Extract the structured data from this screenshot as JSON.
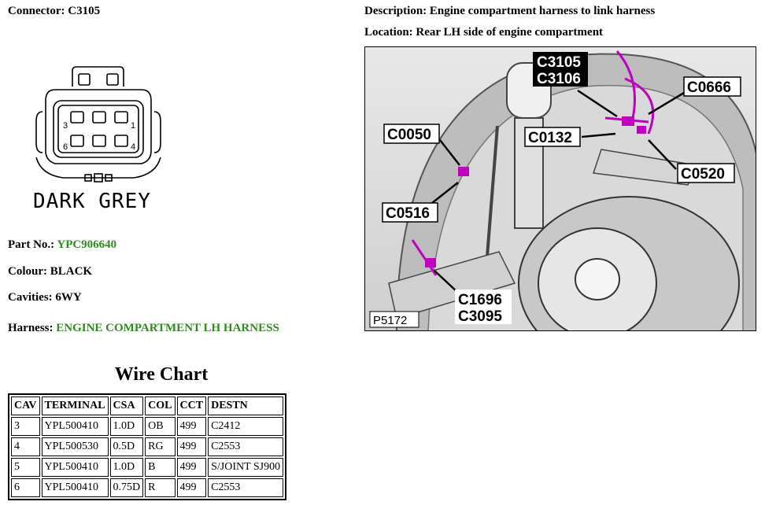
{
  "connector": {
    "label": "Connector:",
    "value": "C3105"
  },
  "description": {
    "label": "Description:",
    "value": "Engine compartment harness to link harness"
  },
  "location": {
    "label": "Location:",
    "value": "Rear LH side of engine compartment"
  },
  "pinout": {
    "colour_text": "DARK GREY",
    "pin_labels": {
      "top_left": "3",
      "top_right": "1",
      "bottom_left": "6",
      "bottom_right": "4"
    }
  },
  "part": {
    "label": "Part No.:",
    "value": "YPC906640"
  },
  "colour": {
    "label": "Colour:",
    "value": "BLACK"
  },
  "cavities": {
    "label": "Cavities:",
    "value": "6WY"
  },
  "harness": {
    "label": "Harness:",
    "value": "ENGINE COMPARTMENT LH HARNESS"
  },
  "locator_image": {
    "callouts": {
      "c3105": "C3105",
      "c3106": "C3106",
      "c0666": "C0666",
      "c0050": "C0050",
      "c0132": "C0132",
      "c0520": "C0520",
      "c0516": "C0516",
      "c1696": "C1696",
      "c3095": "C3095",
      "ref": "P5172"
    }
  },
  "wire_chart": {
    "title": "Wire Chart",
    "headers": [
      "CAV",
      "TERMINAL",
      "CSA",
      "COL",
      "CCT",
      "DESTN"
    ],
    "rows": [
      [
        "3",
        "YPL500410",
        "1.0D",
        "OB",
        "499",
        "C2412"
      ],
      [
        "4",
        "YPL500530",
        "0.5D",
        "RG",
        "499",
        "C2553"
      ],
      [
        "5",
        "YPL500410",
        "1.0D",
        "B",
        "499",
        "S/JOINT SJ900"
      ],
      [
        "6",
        "YPL500410",
        "0.75D",
        "R",
        "499",
        "C2553"
      ]
    ]
  },
  "colors": {
    "link_green": "#2e8b1e",
    "callout_magenta": "#c000c0"
  }
}
